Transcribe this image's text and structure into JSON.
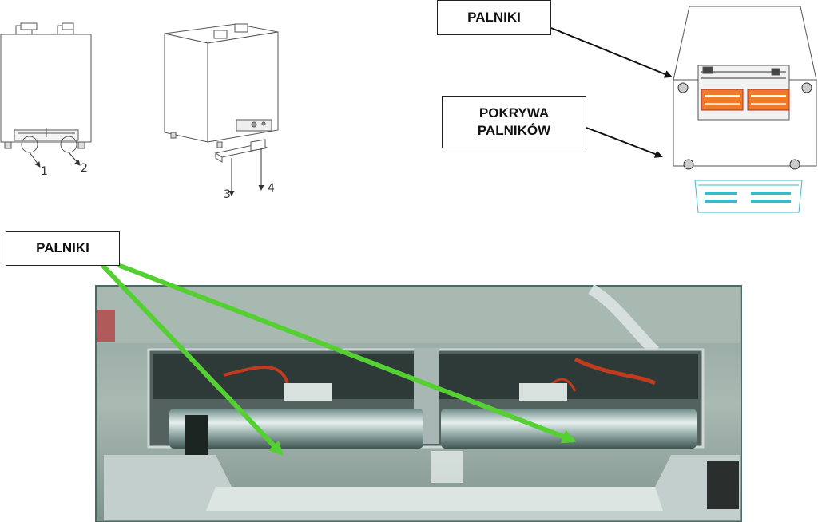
{
  "labels": {
    "burners_top": "PALNIKI",
    "burner_cover_line1": "POKRYWA",
    "burner_cover_line2": "PALNIKÓW",
    "burners_bottom": "PALNIKI"
  },
  "callout_numbers": [
    "1",
    "2",
    "3",
    "4"
  ],
  "colors": {
    "arrow_black": "#111111",
    "arrow_green": "#5fd13a",
    "burner_orange": "#f07a28",
    "cover_teal": "#3bb8c9",
    "photo_frame": "#4a6a66"
  },
  "photo": {
    "description_icon": "burner-assembly-photo"
  }
}
